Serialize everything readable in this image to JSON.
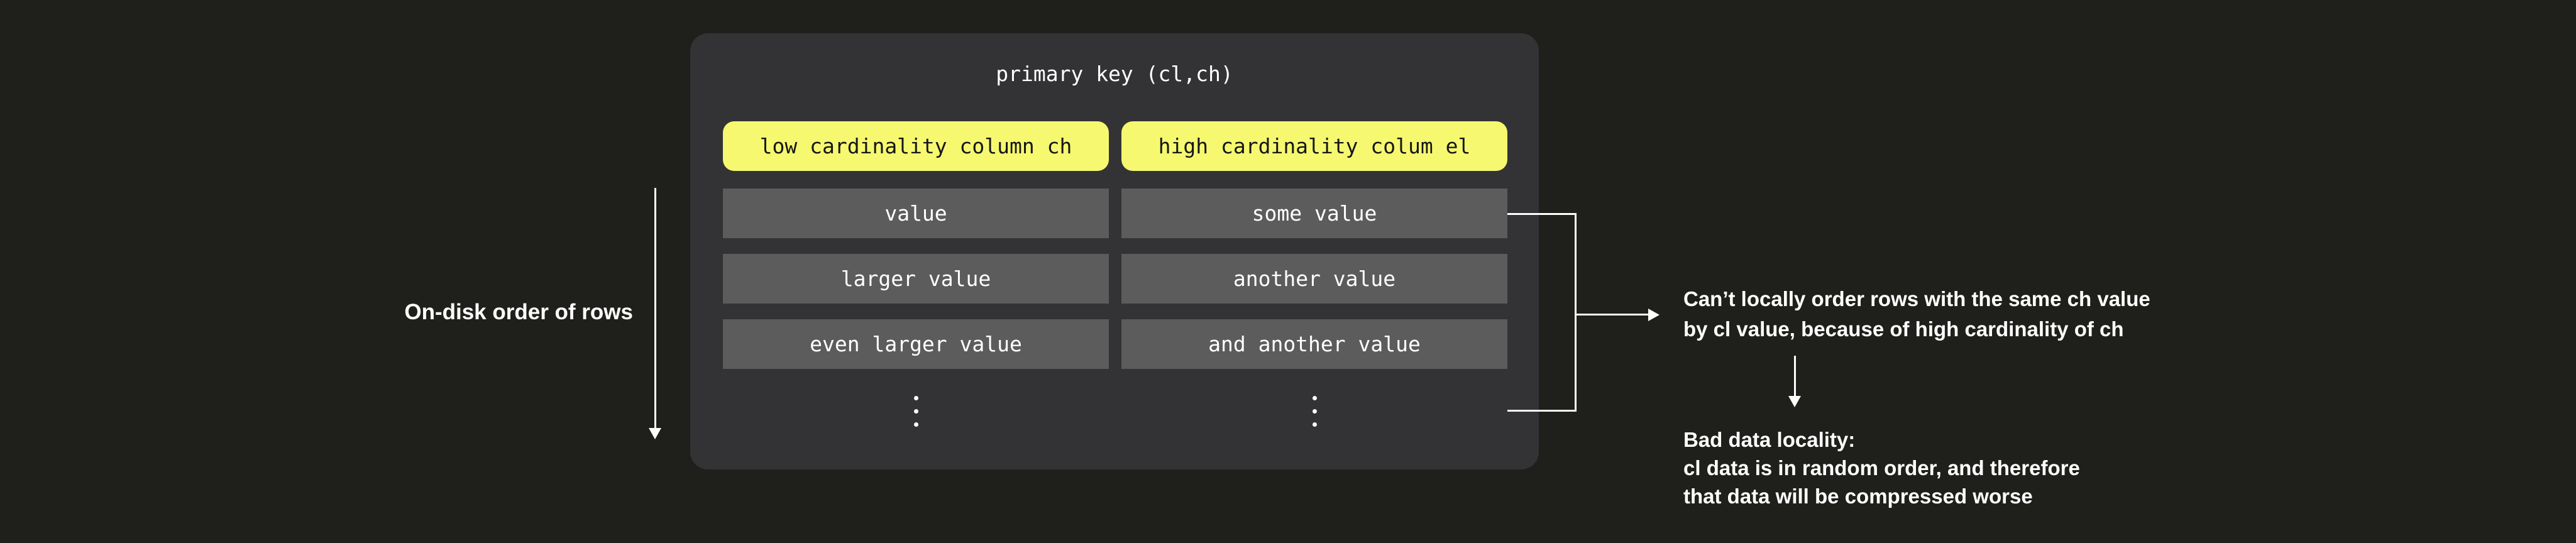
{
  "colors": {
    "page_bg": "#1f1f1b",
    "card_bg": "#333336",
    "row_bg": "#5c5c5c",
    "header_bg": "#f6f96f",
    "header_text": "#161616",
    "text": "#ffffff"
  },
  "card": {
    "title": "primary key (cl,ch)",
    "columns": [
      {
        "header": "low cardinality column ch"
      },
      {
        "header": "high cardinality colum el"
      }
    ],
    "rows": [
      {
        "left": "value",
        "right": "some value"
      },
      {
        "left": "larger value",
        "right": "another value"
      },
      {
        "left": "even larger value",
        "right": "and another value"
      }
    ]
  },
  "annotations": {
    "left_label": "On-disk order of rows",
    "note1": {
      "line1": "Can’t locally order rows with the same ch value",
      "line2": "by cl value, because of high cardinality of ch"
    },
    "note2": {
      "line1": "Bad data locality:",
      "line2": "cl data is in random order, and therefore",
      "line3": "that data will be compressed worse"
    }
  },
  "icons": {
    "down_arrow": "↓",
    "right_arrow": "→",
    "vertical_ellipsis": "⋮"
  }
}
